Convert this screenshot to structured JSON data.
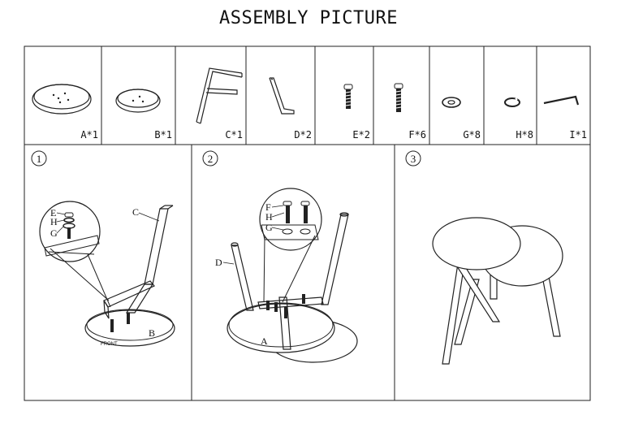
{
  "title": "ASSEMBLY PICTURE",
  "parts": [
    {
      "label": "A*1",
      "icon": "large-round-tabletop-icon"
    },
    {
      "label": "B*1",
      "icon": "small-round-tabletop-icon"
    },
    {
      "label": "C*1",
      "icon": "double-leg-frame-icon"
    },
    {
      "label": "D*2",
      "icon": "single-leg-icon"
    },
    {
      "label": "E*2",
      "icon": "short-bolt-icon"
    },
    {
      "label": "F*6",
      "icon": "long-bolt-icon"
    },
    {
      "label": "G*8",
      "icon": "flat-washer-icon"
    },
    {
      "label": "H*8",
      "icon": "spring-washer-icon"
    },
    {
      "label": "I*1",
      "icon": "allen-key-icon"
    }
  ],
  "steps": [
    {
      "number": "1",
      "callouts": [
        "E",
        "H",
        "G",
        "C",
        "B"
      ],
      "front_text": "FRONT"
    },
    {
      "number": "2",
      "callouts": [
        "F",
        "H",
        "G",
        "D",
        "A"
      ]
    },
    {
      "number": "3"
    }
  ]
}
